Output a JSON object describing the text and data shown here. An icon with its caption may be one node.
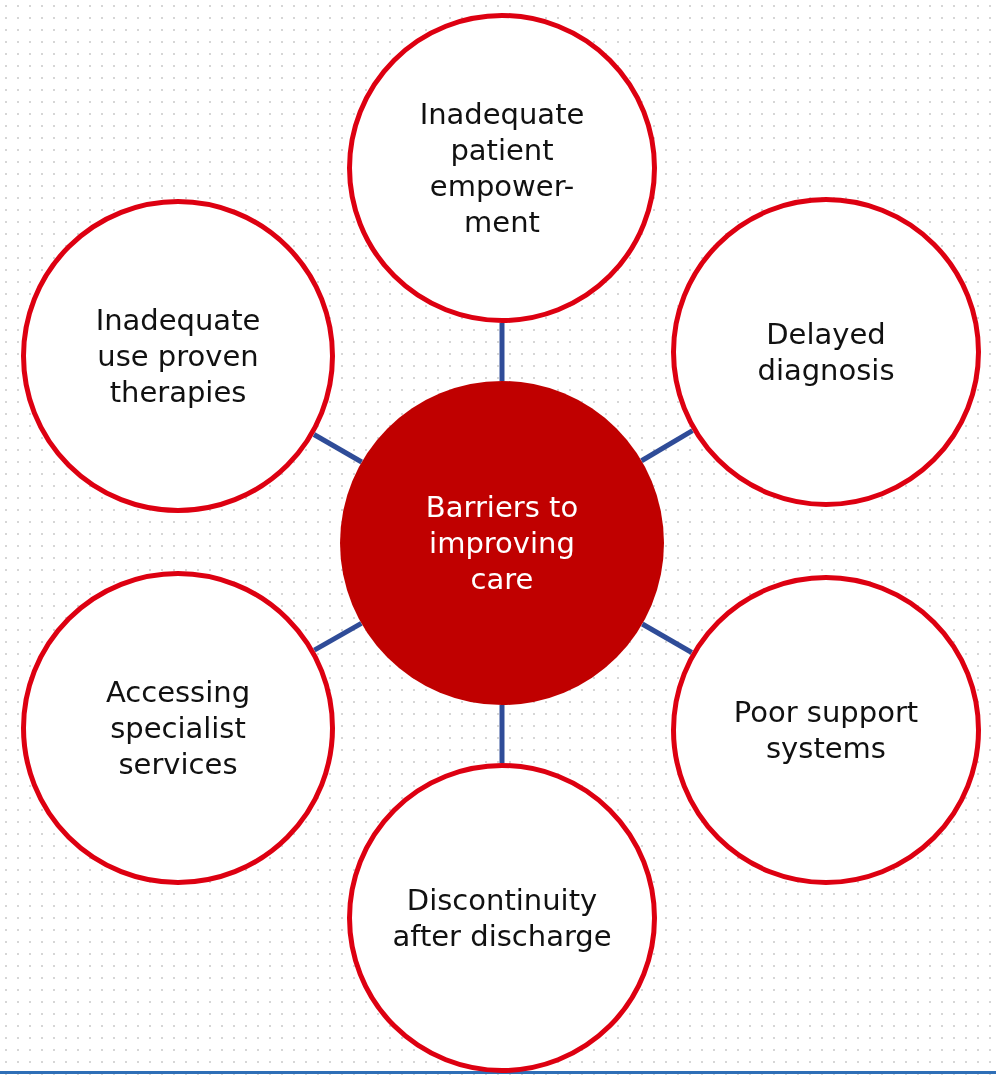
{
  "diagram": {
    "nodes": [
      {
        "text": [
          "Barriers to improving care"
        ]
      },
      {
        "text": [
          "Inadequate patient empower-ment"
        ]
      },
      {
        "text": [
          "Inadequate use proven therapies"
        ]
      },
      {
        "text": [
          "Delayed diagnosis"
        ]
      },
      {
        "text": [
          "Accessing specialist services"
        ]
      },
      {
        "text": [
          "Poor support systems"
        ]
      },
      {
        "text": [
          "Discontinuity after discharge"
        ]
      }
    ],
    "edges": [
      {
        "from": 0,
        "to": 1,
        "arrow": "none"
      },
      {
        "from": 0,
        "to": 2,
        "arrow": "none"
      },
      {
        "from": 0,
        "to": 3,
        "arrow": "none"
      },
      {
        "from": 0,
        "to": 4,
        "arrow": "none"
      },
      {
        "from": 0,
        "to": 5,
        "arrow": "none"
      },
      {
        "from": 0,
        "to": 6,
        "arrow": "none"
      }
    ]
  }
}
